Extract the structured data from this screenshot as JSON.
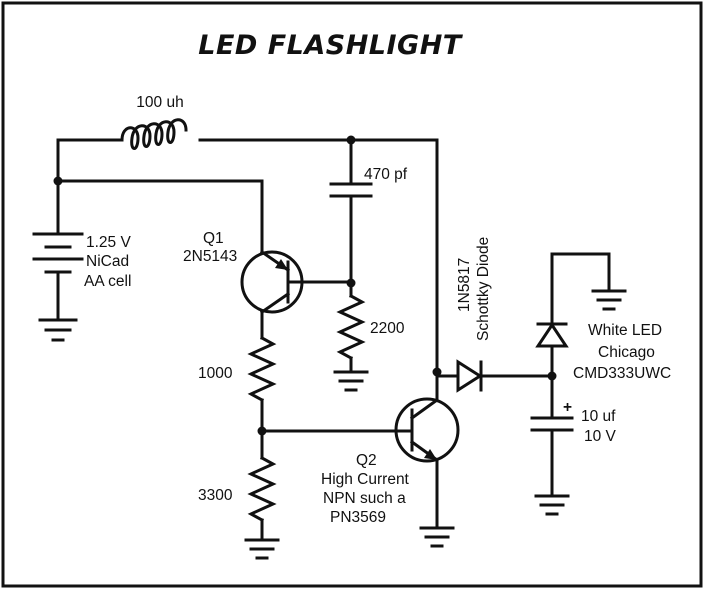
{
  "title": "LED FLASHLIGHT",
  "components": {
    "inductor": {
      "value": "100 uh"
    },
    "capacitor_c1": {
      "value": "470 pf"
    },
    "battery": {
      "voltage": "1.25 V",
      "type": "NiCad",
      "size": "AA cell"
    },
    "q1": {
      "designator": "Q1",
      "part": "2N5143"
    },
    "r_2200": {
      "value": "2200"
    },
    "r_1000": {
      "value": "1000"
    },
    "r_3300": {
      "value": "3300"
    },
    "q2": {
      "designator": "Q2",
      "line1": "High Current",
      "line2": "NPN such a",
      "line3": "PN3569"
    },
    "diode": {
      "part": "1N5817",
      "type": "Schottky Diode"
    },
    "led": {
      "line1": "White LED",
      "line2": "Chicago",
      "line3": "CMD333UWC"
    },
    "capacitor_c2": {
      "value": "10 uf",
      "voltage": "10 V",
      "polarity": "+"
    }
  }
}
